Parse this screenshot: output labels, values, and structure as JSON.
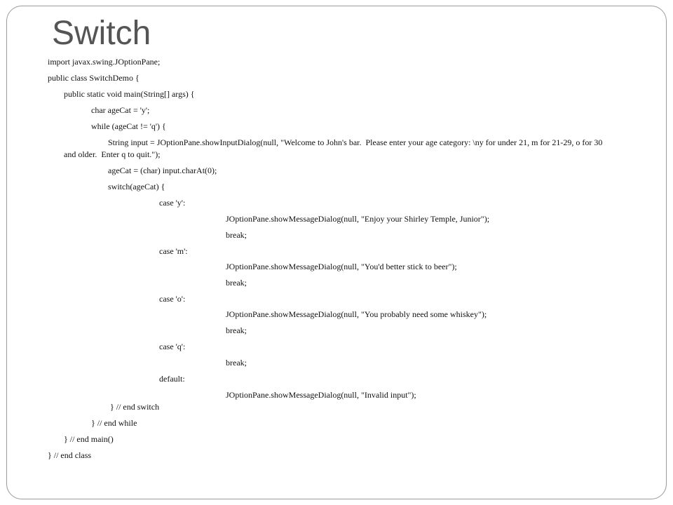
{
  "title": "Switch",
  "code": {
    "l1": "import javax.swing.JOptionPane;",
    "l2": "public class SwitchDemo {",
    "l3": "public static void main(String[] args) {",
    "l4": "char ageCat = 'y';",
    "l5": "while (ageCat != 'q') {",
    "l6a": "String input = JOptionPane.showInputDialog(null, \"Welcome to John's bar.  Please enter your age category: \\ny for under 21, m for 21-29, o for 30",
    "l6b": "and older.  Enter q to quit.\");",
    "l7": "ageCat = (char) input.charAt(0);",
    "l8": "switch(ageCat) {",
    "l9": "case 'y':",
    "l10": "JOptionPane.showMessageDialog(null, \"Enjoy your Shirley Temple, Junior\");",
    "l11": "break;",
    "l12": "case 'm':",
    "l13": "JOptionPane.showMessageDialog(null, \"You'd better stick to beer\");",
    "l14": "break;",
    "l15": "case 'o':",
    "l16": "JOptionPane.showMessageDialog(null, \"You probably need some whiskey\");",
    "l17": "break;",
    "l18": "case 'q':",
    "l19": "break;",
    "l20": "default:",
    "l21": "JOptionPane.showMessageDialog(null, \"Invalid input\");",
    "l22": "} // end switch",
    "l23": "} // end while",
    "l24": "} // end main()",
    "l25": "} // end class"
  }
}
